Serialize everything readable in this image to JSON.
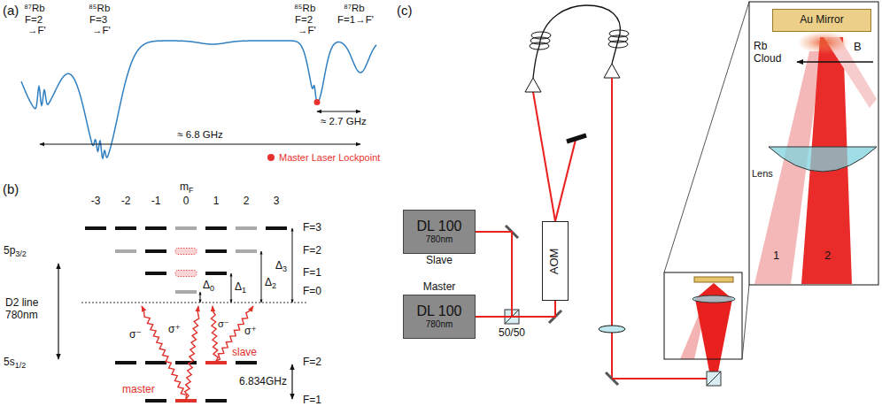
{
  "diagram": {
    "nodes": [
      {
        "text": [
          "DL 100",
          "780nm",
          "Slave"
        ]
      },
      {
        "text": [
          "Master",
          "DL 100",
          "780nm"
        ]
      },
      {
        "text": [
          "AOM"
        ]
      },
      {
        "text": [
          "Au Mirror"
        ]
      }
    ],
    "edges": [
      {
        "from": 0,
        "to": 2,
        "arrow": "none"
      },
      {
        "from": 1,
        "to": 2,
        "arrow": "none"
      }
    ],
    "labels": [
      "(a)",
      "⁸⁷Rb",
      "F=2",
      "→F'",
      "⁸⁵Rb",
      "F=3",
      "→F'",
      "⁸⁵Rb",
      "F=2",
      "→F'",
      "⁸⁷Rb",
      "F=1→F'",
      "≈ 2.7 GHz",
      "≈ 6.8 GHz",
      "(b)",
      "mF",
      "-3",
      "-2",
      "-1",
      "0",
      "1",
      "2",
      "3",
      "F=3",
      "F=2",
      "F=1",
      "F=0",
      "5p3/2",
      "D2 line",
      "780nm",
      "Δ0",
      "Δ1",
      "Δ2",
      "Δ3",
      "σ⁻",
      "σ⁺",
      "σ⁻",
      "σ⁺",
      "slave",
      "master",
      "5s1/2",
      "6.834GHz",
      "F=2",
      "F=1",
      "(c)",
      "50/50",
      "B",
      "Rb Cloud",
      "Lens",
      "1",
      "2"
    ],
    "legend": [
      {
        "text": "Master Laser Lockpoint",
        "color": "#e8312f"
      }
    ]
  }
}
